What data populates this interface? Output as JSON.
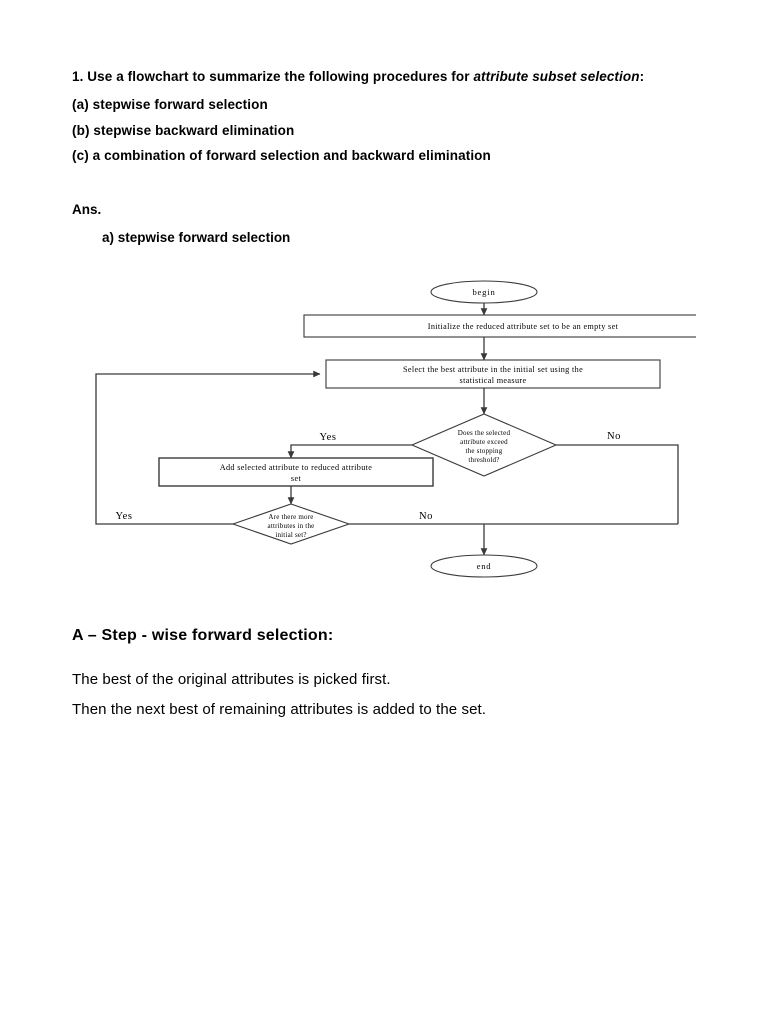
{
  "document": {
    "question": {
      "number": "1.",
      "intro_before_italic": "1. Use a flowchart to summarize the following procedures for ",
      "intro_italic": "attribute subset selection",
      "intro_after_italic": ":",
      "items": [
        "(a) stepwise forward selection",
        "(b) stepwise backward elimination",
        "(c) a combination of forward selection and backward elimination"
      ]
    },
    "answer": {
      "label": "Ans.",
      "sub_item": "a)  stepwise forward selection"
    },
    "flowchart": {
      "nodes": {
        "begin": "begin",
        "initialize": "Initialize the reduced attribute set to be an empty set",
        "select_line1": "Select the best attribute in the initial set using the",
        "select_line2": "statistical measure",
        "decision1_line1": "Does the selected",
        "decision1_line2": "attribute exceed",
        "decision1_line3": "the stopping",
        "decision1_line4": "threshold?",
        "add_line1": "Add selected attribute to reduced attribute",
        "add_line2": "set",
        "decision2_line1": "Are there more",
        "decision2_line2": "attributes in the",
        "decision2_line3": "initial set?",
        "end": "end"
      },
      "edge_labels": {
        "d1_yes": "Yes",
        "d1_no": "No",
        "d2_yes": "Yes",
        "d2_no": "No"
      },
      "stroke_color": "#3a3a3a"
    },
    "explanation": {
      "heading": "A – Step - wise forward selection:",
      "line1": "The best of the original attributes is picked first.",
      "line2": "Then the next best of remaining attributes is added to the set."
    }
  }
}
